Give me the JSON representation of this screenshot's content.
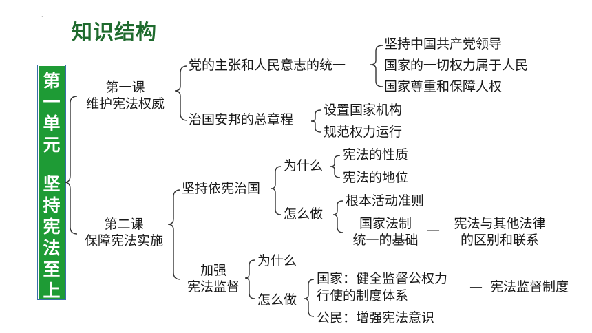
{
  "title": "知识结构",
  "unit": {
    "chars_top": [
      "第",
      "一",
      "单",
      "元"
    ],
    "chars_bottom": [
      "坚",
      "持",
      "宪",
      "法",
      "至",
      "上"
    ]
  },
  "lesson1": {
    "line1": "第一课",
    "line2": "维护宪法权威"
  },
  "l1_branch1": "党的主张和人民意志的统一",
  "l1_b1_items": [
    "坚持中国共产党领导",
    "国家的一切权力属于人民",
    "国家尊重和保障人权"
  ],
  "l1_branch2": "治国安邦的总章程",
  "l1_b2_items": [
    "设置国家机构",
    "规范权力运行"
  ],
  "lesson2": {
    "line1": "第二课",
    "line2": "保障宪法实施"
  },
  "l2_branch1": "坚持依宪治国",
  "why": "为什么",
  "why_items": [
    "宪法的性质",
    "宪法的地位"
  ],
  "how": "怎么做",
  "how_items": {
    "item1": "根本活动准则",
    "item2_line1": "国家法制",
    "item2_line2": "统一的基础"
  },
  "dash": "—",
  "relation": {
    "line1": "宪法与其他法律",
    "line2": "的区别和联系"
  },
  "l2_branch2": {
    "line1": "加强",
    "line2": "宪法监督"
  },
  "why2": "为什么",
  "how2": "怎么做",
  "supervision": {
    "state_line1": "国家：健全监督公权力",
    "state_line2": "行使的制度体系",
    "citizen": "公民：增强宪法意识"
  },
  "system": "宪法监督制度"
}
